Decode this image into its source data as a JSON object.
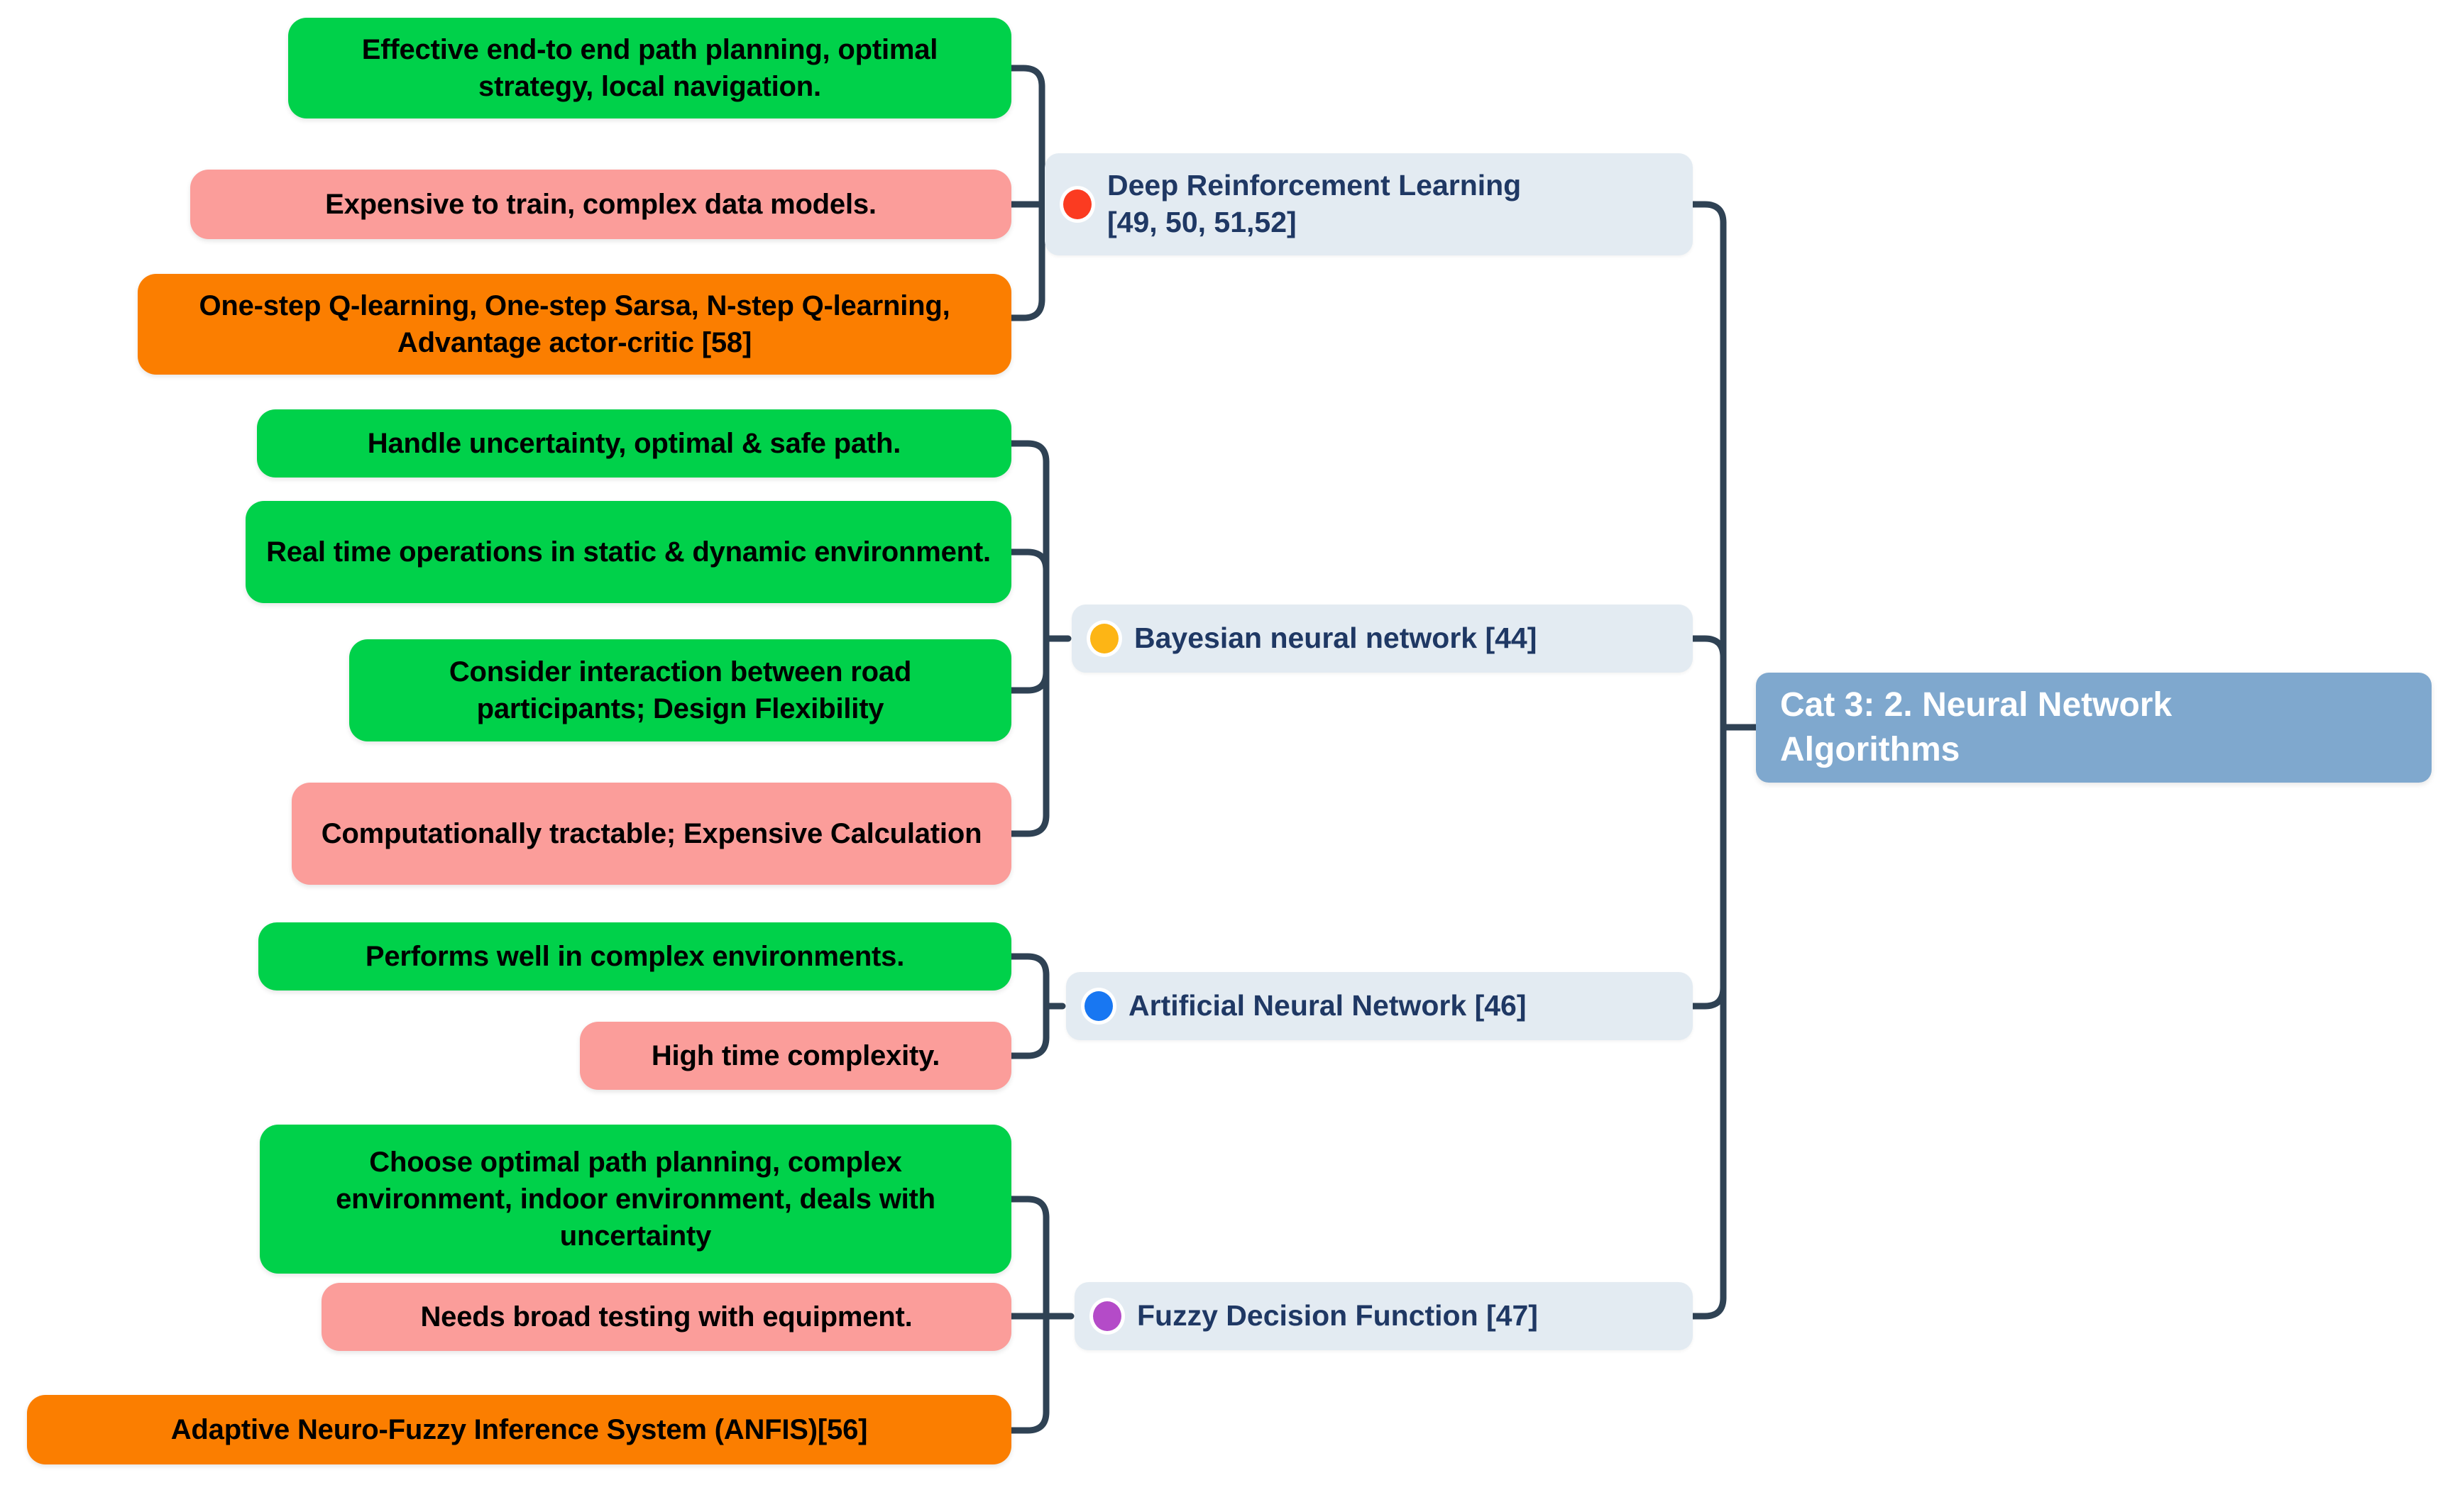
{
  "diagram": {
    "type": "mind-map",
    "orientation": "right-rooted",
    "background": "#ffffff",
    "palette": {
      "advantage_green": "#00D14A",
      "limitation_pink": "#FB9D9A",
      "algorithm_orange": "#FB7E00",
      "branch_pill_bg": "#E3EBF2",
      "branch_text": "#1F3864",
      "root_bg": "#7FA8CE",
      "root_text": "#FFFFFF",
      "connector": "#2F4254"
    }
  },
  "root": {
    "label": "Cat 3: 2. Neural Network Algorithms",
    "line1": "Cat 3: 2. Neural Network",
    "line2": "Algorithms"
  },
  "branches": [
    {
      "id": "drl",
      "label": "Deep Reinforcement Learning\n[49, 50, 51,52]",
      "dot_color": "#FB3B21",
      "dot_name": "red-dot-icon",
      "leaves": [
        {
          "id": "drl-pro-1",
          "kind": "advantage",
          "color": "#00D14A",
          "text": "Effective end-to end path planning, optimal strategy, local navigation."
        },
        {
          "id": "drl-con-1",
          "kind": "limitation",
          "color": "#FB9D9A",
          "text": "Expensive to train,  complex data models."
        },
        {
          "id": "drl-algo-1",
          "kind": "algorithm",
          "color": "#FB7E00",
          "text": "One-step Q-learning, One-step Sarsa, N-step Q-learning, Advantage actor-critic [58]"
        }
      ]
    },
    {
      "id": "bnn",
      "label": "Bayesian neural network [44]",
      "dot_color": "#FDB515",
      "dot_name": "yellow-dot-icon",
      "leaves": [
        {
          "id": "bnn-pro-1",
          "kind": "advantage",
          "color": "#00D14A",
          "text": "Handle uncertainty, optimal & safe path."
        },
        {
          "id": "bnn-pro-2",
          "kind": "advantage",
          "color": "#00D14A",
          "text": "Real time operations in static & dynamic environment."
        },
        {
          "id": "bnn-pro-3",
          "kind": "advantage",
          "color": "#00D14A",
          "text": "Consider interaction between road participants; Design Flexibility"
        },
        {
          "id": "bnn-con-1",
          "kind": "limitation",
          "color": "#FB9D9A",
          "text": "Computationally tractable; Expensive Calculation"
        }
      ]
    },
    {
      "id": "ann",
      "label": "Artificial Neural Network [46]",
      "dot_color": "#1877F2",
      "dot_name": "blue-dot-icon",
      "leaves": [
        {
          "id": "ann-pro-1",
          "kind": "advantage",
          "color": "#00D14A",
          "text": "Performs well in complex environments."
        },
        {
          "id": "ann-con-1",
          "kind": "limitation",
          "color": "#FB9D9A",
          "text": "High time complexity."
        }
      ]
    },
    {
      "id": "fdf",
      "label": "Fuzzy Decision Function [47]",
      "dot_color": "#B44BC8",
      "dot_name": "purple-dot-icon",
      "leaves": [
        {
          "id": "fdf-pro-1",
          "kind": "advantage",
          "color": "#00D14A",
          "text": "Choose optimal path planning, complex environment, indoor environment, deals with uncertainty"
        },
        {
          "id": "fdf-con-1",
          "kind": "limitation",
          "color": "#FB9D9A",
          "text": "Needs broad testing with equipment."
        },
        {
          "id": "fdf-algo-1",
          "kind": "algorithm",
          "color": "#FB7E00",
          "text": "Adaptive Neuro-Fuzzy Inference System (ANFIS)[56]"
        }
      ]
    }
  ]
}
